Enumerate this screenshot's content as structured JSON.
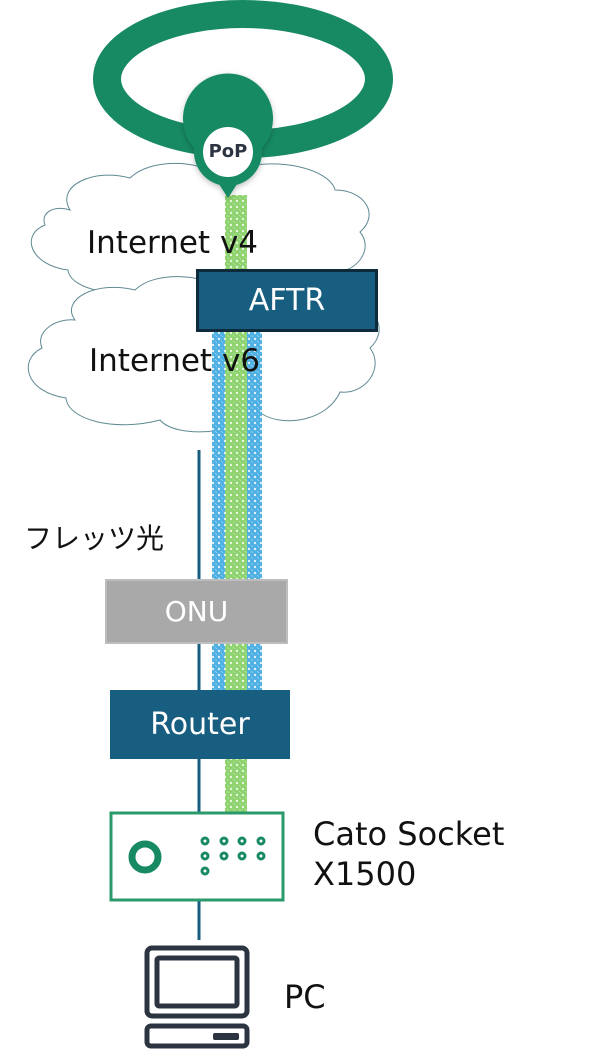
{
  "diagram": {
    "title": "Cato Socket X1500 connection via Flets IPv6 (DS-Lite / AFTR)",
    "nodes": {
      "pop": {
        "label": "PoP"
      },
      "internet_v4": {
        "label": "Internet v4"
      },
      "aftr": {
        "label": "AFTR"
      },
      "internet_v6": {
        "label": "Internet v6"
      },
      "flets": {
        "label": "フレッツ光"
      },
      "onu": {
        "label": "ONU"
      },
      "router": {
        "label": "Router"
      },
      "socket": {
        "label_line1": "Cato Socket",
        "label_line2": "X1500"
      },
      "pc": {
        "label": "PC"
      }
    },
    "links": [
      {
        "from": "pop",
        "to": "socket",
        "type": "ipv4-tunnel",
        "color": "#8ed36f"
      },
      {
        "from": "aftr",
        "to": "router",
        "type": "ipv6-tunnel",
        "color": "#4fb0e3"
      },
      {
        "from": "internet_v6",
        "to": "pc",
        "type": "physical-line",
        "color": "#175e80"
      }
    ],
    "colors": {
      "cato_green": "#178a63",
      "box_dark_blue": "#175e80",
      "onu_gray": "#a9a9a9",
      "pc_icon": "#2b3440"
    }
  }
}
